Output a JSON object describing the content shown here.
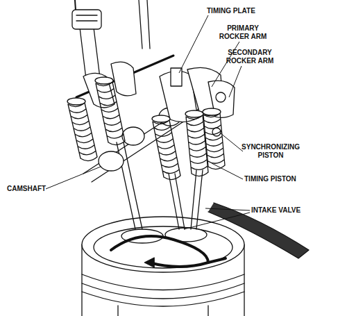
{
  "diagram": {
    "labels": [
      "TIMING PLATE",
      "PRIMARY ROCKER ARM",
      "SECONDARY ROCKER ARM",
      "SYNCHRONIZING PISTON",
      "TIMING PISTON",
      "INTAKE VALVE",
      "CAMSHAFT"
    ]
  }
}
